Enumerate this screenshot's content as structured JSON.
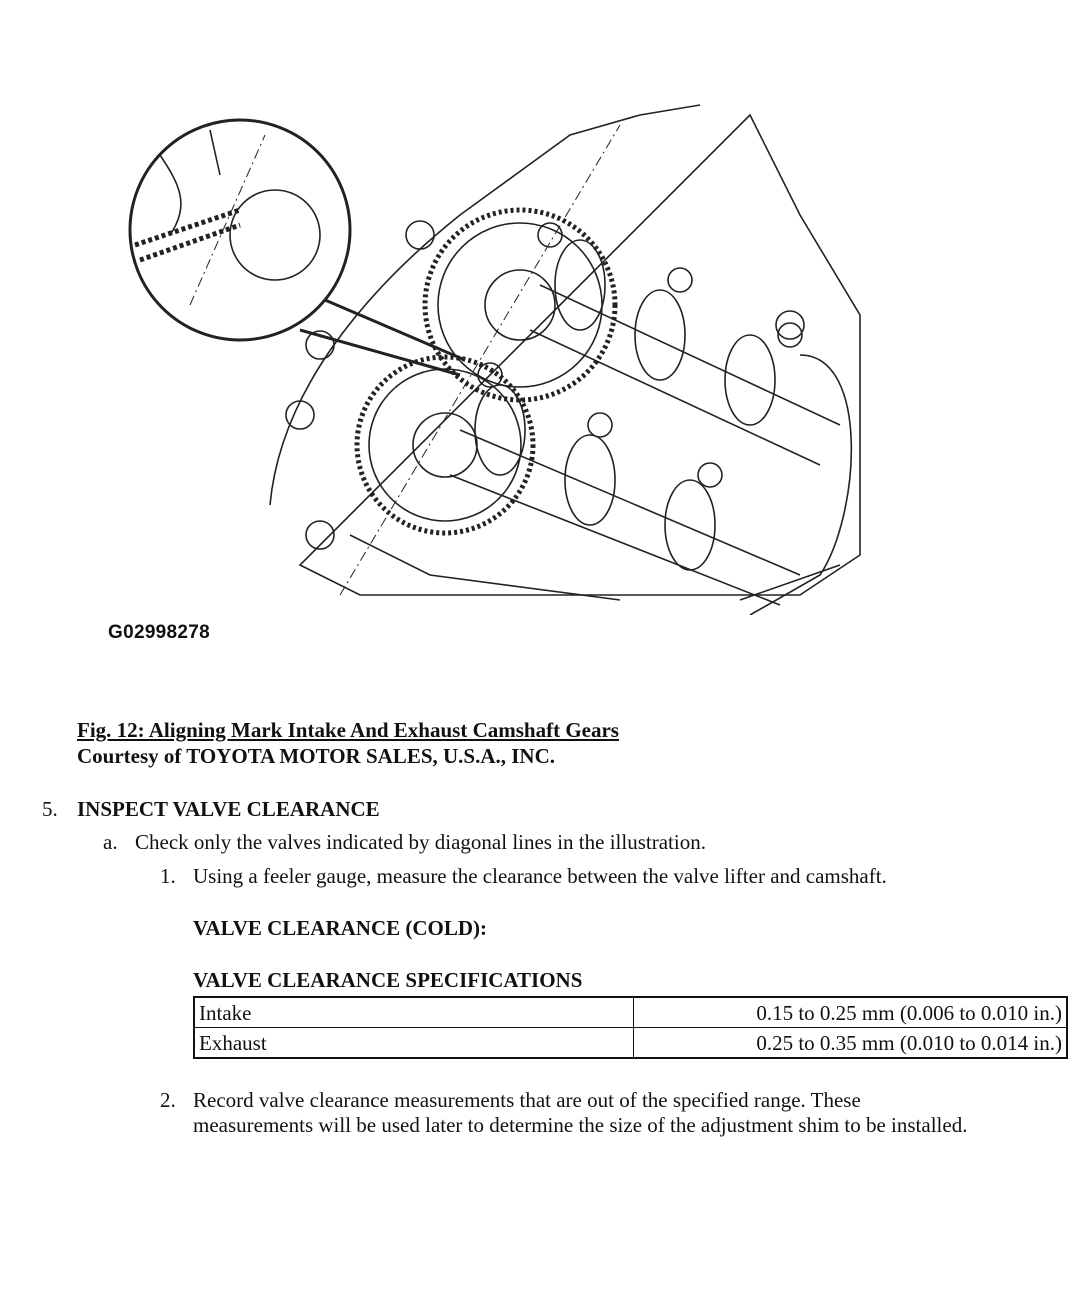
{
  "figure": {
    "id_label": "G02998278",
    "caption": "Fig. 12: Aligning Mark Intake And Exhaust Camshaft Gears",
    "courtesy": "Courtesy of TOYOTA MOTOR SALES, U.S.A., INC."
  },
  "step": {
    "number": "5.",
    "title": "INSPECT VALVE CLEARANCE",
    "sub": {
      "letter": "a.",
      "text": "Check only the valves indicated by diagonal lines in the illustration.",
      "items": [
        {
          "number": "1.",
          "text": "Using a feeler gauge, measure the clearance between the valve lifter and camshaft."
        },
        {
          "number": "2.",
          "line1": "Record valve clearance measurements that are out of the specified range. These",
          "line2": "measurements will be used later to determine the size of the adjustment shim to be installed."
        }
      ]
    }
  },
  "spec_heading": "VALVE CLEARANCE (COLD):",
  "table": {
    "title": "VALVE CLEARANCE SPECIFICATIONS",
    "rows": [
      {
        "label": "Intake",
        "value": "0.15 to 0.25 mm (0.006 to 0.010 in.)"
      },
      {
        "label": "Exhaust",
        "value": "0.25 to 0.35 mm (0.010 to 0.014 in.)"
      }
    ]
  }
}
